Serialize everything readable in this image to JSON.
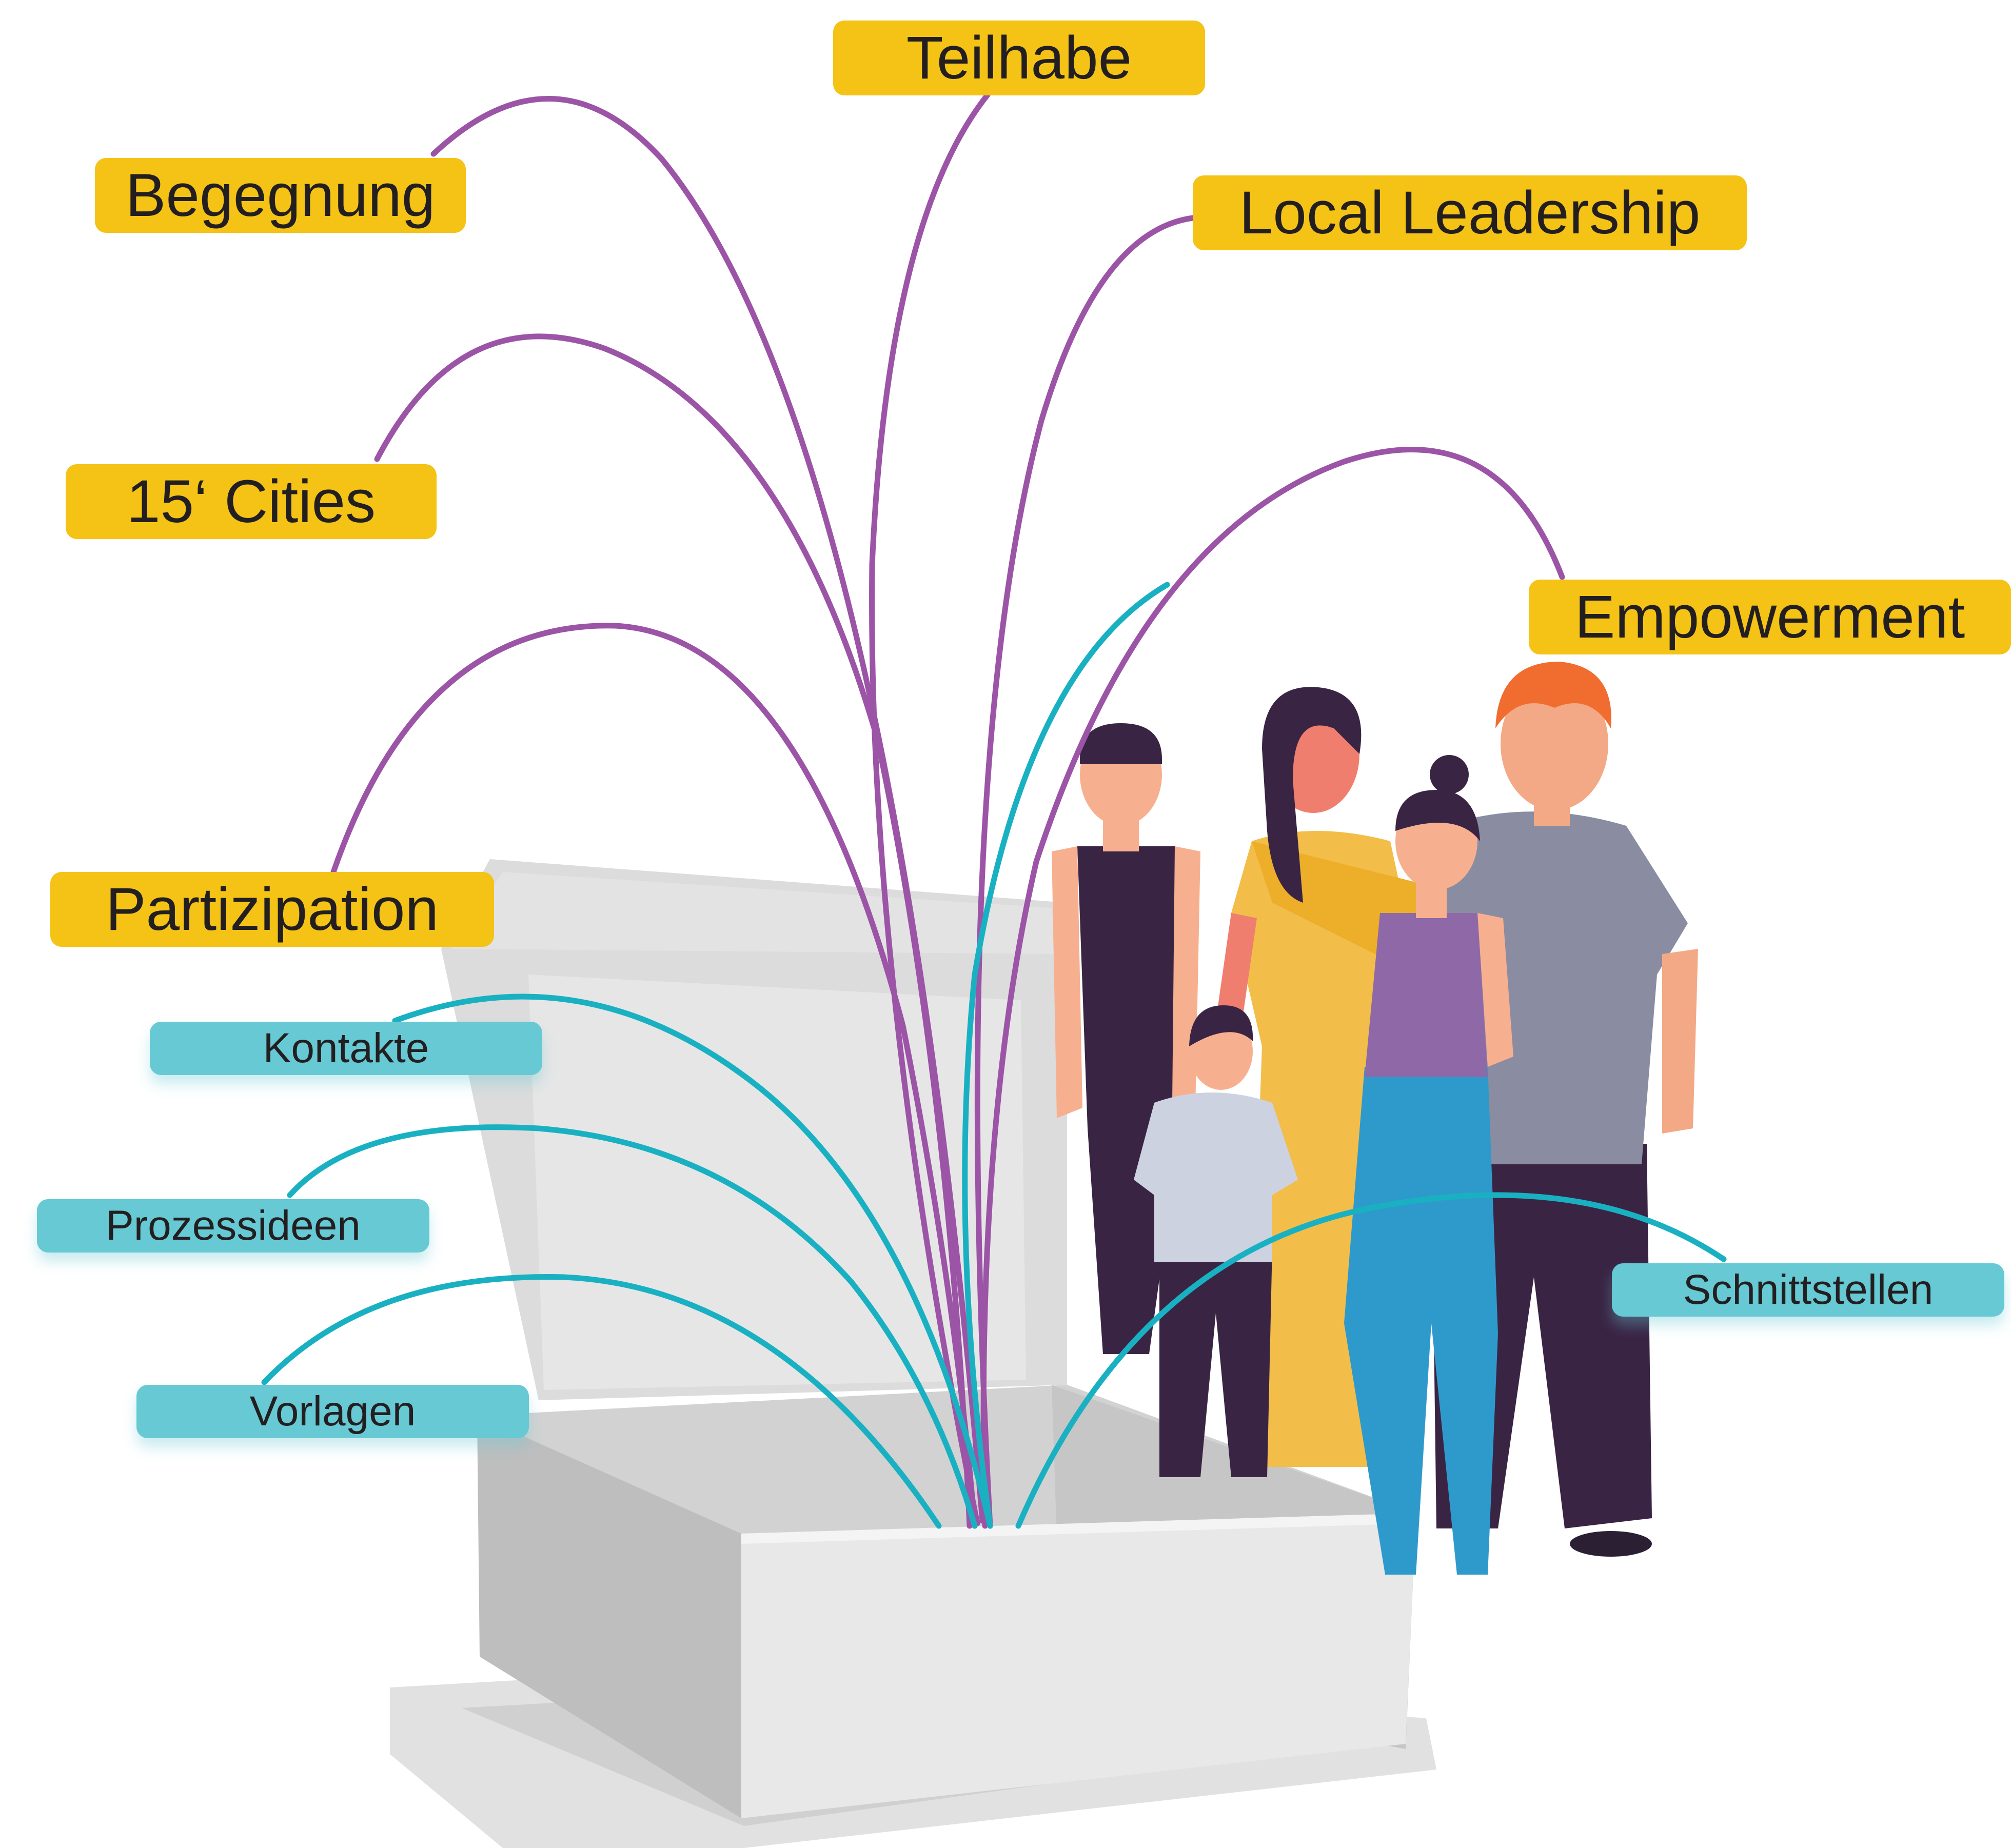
{
  "colors": {
    "value_label_bg": "#f4c316",
    "tool_label_bg": "#66c9d4",
    "value_curve": "#9b54a6",
    "tool_curve": "#19b1c2",
    "box_light": "#e6e6e6",
    "box_mid": "#cfd0d0",
    "box_dark": "#bcbdbd"
  },
  "value_labels": [
    {
      "id": "teilhabe",
      "text": "Teilhabe"
    },
    {
      "id": "begegnung",
      "text": "Begegnung"
    },
    {
      "id": "local-leadership",
      "text": "Local Leadership"
    },
    {
      "id": "15-cities",
      "text": "15‘ Cities"
    },
    {
      "id": "empowerment",
      "text": "Empowerment"
    },
    {
      "id": "partizipation",
      "text": "Partizipation"
    }
  ],
  "tool_labels": [
    {
      "id": "kontakte",
      "text": "Kontakte"
    },
    {
      "id": "prozessideen",
      "text": "Prozessideen"
    },
    {
      "id": "vorlagen",
      "text": "Vorlagen"
    },
    {
      "id": "schnittstellen",
      "text": "Schnittstellen"
    }
  ],
  "illustration": {
    "box": "open-box",
    "people": [
      "woman-short-hair",
      "woman-saree",
      "child",
      "woman-bun",
      "man-red-hair"
    ]
  }
}
